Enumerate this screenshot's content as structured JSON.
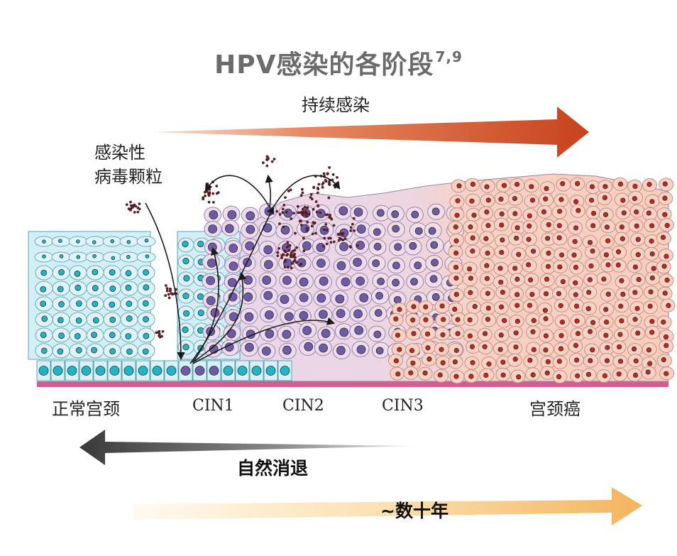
{
  "title": {
    "text": "HPV感染的各阶段",
    "superscript": "7,9"
  },
  "arrows": {
    "persistent_infection": "持续感染",
    "natural_regression": "自然消退",
    "time_span": "~数十年"
  },
  "virus_label": {
    "line1": "感染性",
    "line2": "病毒颗粒"
  },
  "stages": {
    "normal": "正常宫颈",
    "cin1": "CIN1",
    "cin2": "CIN2",
    "cin3": "CIN3",
    "cancer": "宫颈癌"
  },
  "colors": {
    "persistent_arrow": "#c8431c",
    "regression_arrow": "#3c3c3c",
    "time_arrow": "#f3b45e",
    "normal_cell": "#d4eef5",
    "normal_nucleus": "#1fb5c7",
    "infected_cell": "#e8d6ea",
    "infected_nucleus": "#6e5aa6",
    "cancer_cell": "#f6c7b6",
    "cancer_nucleus": "#c4261c",
    "basement_membrane": "#d85a8e",
    "virus_particle": "#5a1f24"
  }
}
